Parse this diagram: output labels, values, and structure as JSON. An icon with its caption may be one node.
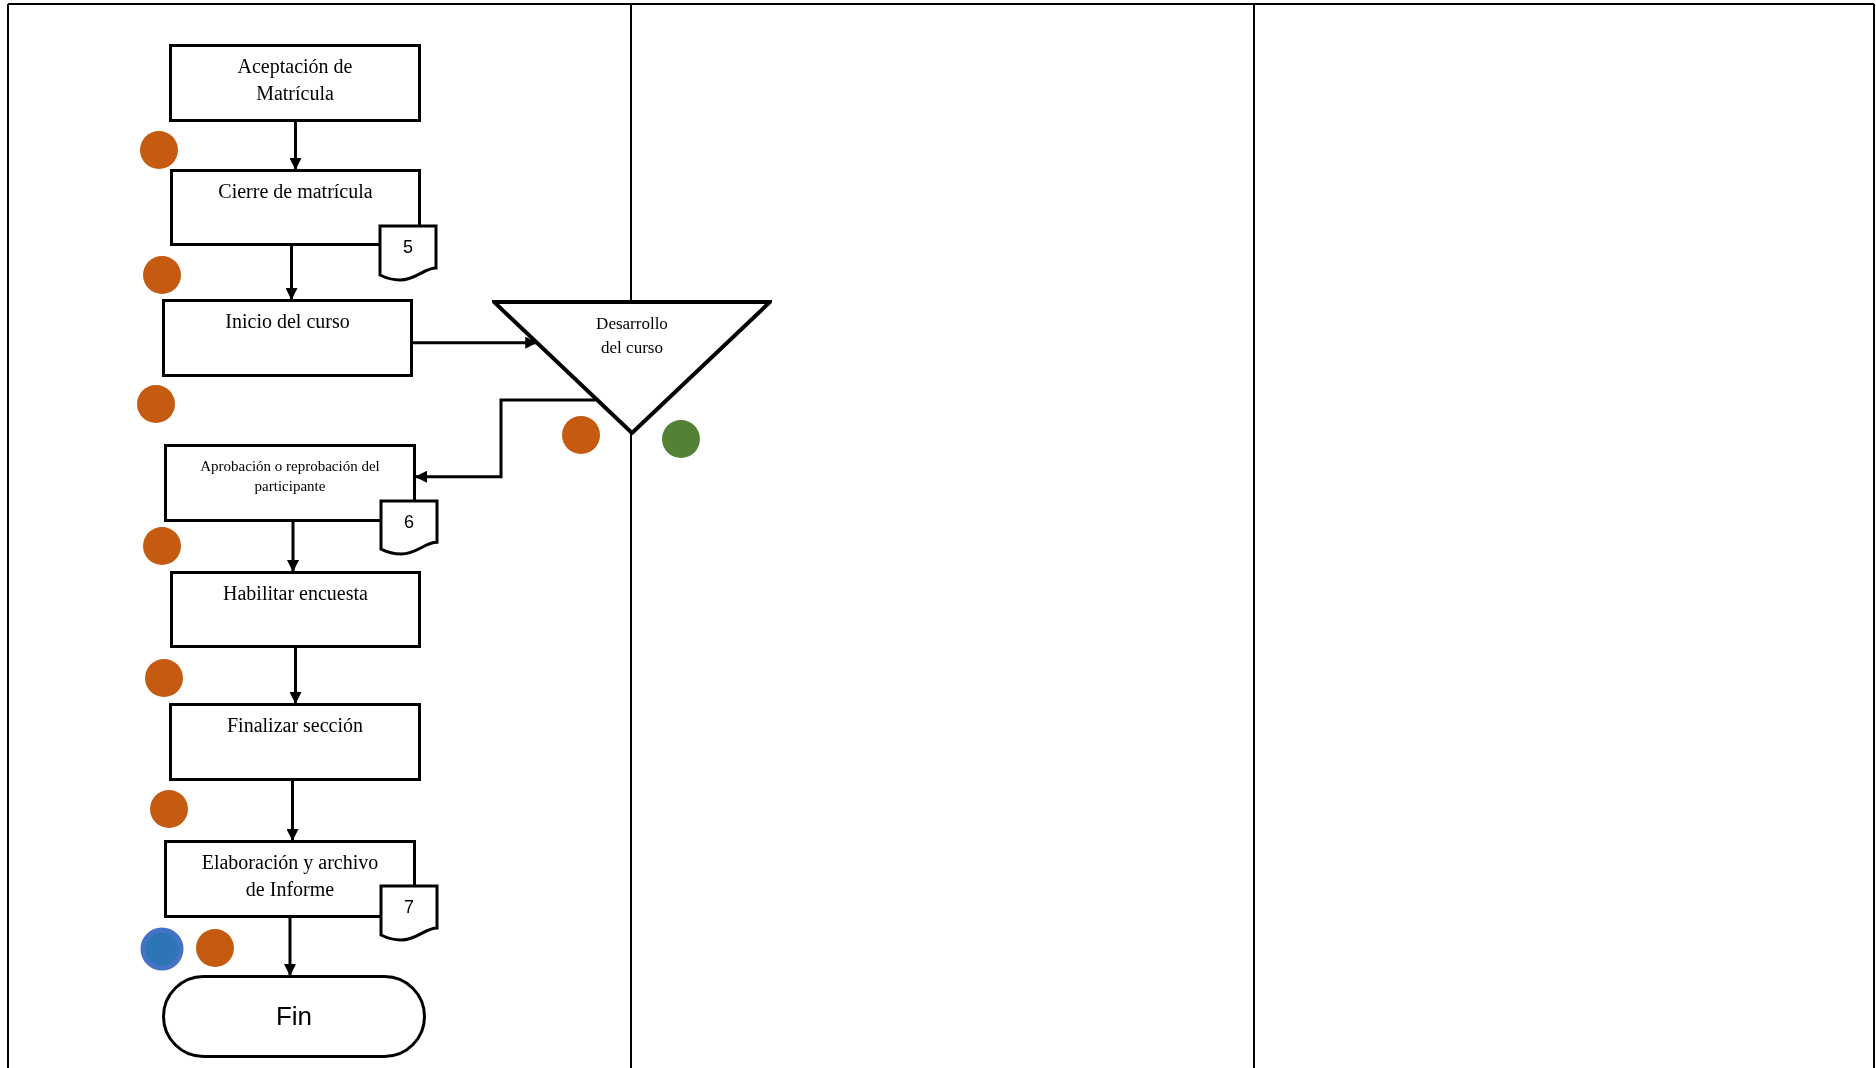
{
  "diagram": {
    "nodes": [
      {
        "text": [
          "Aceptación de Matrícula"
        ]
      },
      {
        "text": [
          "Cierre de matrícula"
        ]
      },
      {
        "text": [
          "5"
        ]
      },
      {
        "text": [
          "Inicio del curso"
        ]
      },
      {
        "text": [
          "Desarrollo del curso"
        ]
      },
      {
        "text": [
          "Aprobación o reprobación del participante"
        ]
      },
      {
        "text": [
          "6"
        ]
      },
      {
        "text": [
          "Habilitar encuesta"
        ]
      },
      {
        "text": [
          "Finalizar sección"
        ]
      },
      {
        "text": [
          "Elaboración y archivo de Informe"
        ]
      },
      {
        "text": [
          "7"
        ]
      },
      {
        "text": [
          "Fin"
        ]
      }
    ],
    "edges": [
      {
        "from": 0,
        "to": 1,
        "arrow": "to"
      },
      {
        "from": 1,
        "to": 3,
        "arrow": "to"
      },
      {
        "from": 3,
        "to": 4,
        "arrow": "to"
      },
      {
        "from": 4,
        "to": 5,
        "arrow": "to"
      },
      {
        "from": 5,
        "to": 7,
        "arrow": "to"
      },
      {
        "from": 7,
        "to": 8,
        "arrow": "to"
      },
      {
        "from": 8,
        "to": 9,
        "arrow": "to"
      },
      {
        "from": 9,
        "to": 11,
        "arrow": "to"
      }
    ]
  }
}
